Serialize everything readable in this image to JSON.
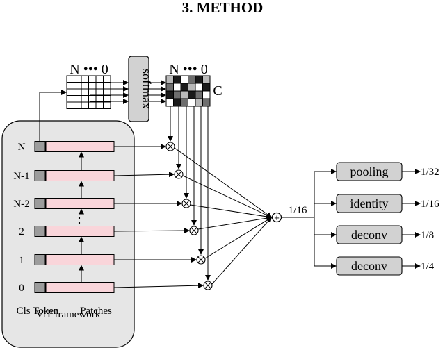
{
  "heading": "3.  METHOD",
  "framework": {
    "caption": "ViT framework",
    "cls_label": "Cls Token",
    "patches_label": "Patches",
    "layer_labels": [
      "N",
      "N-1",
      "N-2",
      "2",
      "1",
      "0"
    ],
    "ellipsis": "⋮"
  },
  "attention_matrix": {
    "index_label": "N ••• 0",
    "rows": 5,
    "cols": 6
  },
  "softmax": {
    "label": "softmax"
  },
  "weights_matrix": {
    "index_label": "N ••• 0",
    "side_label": "C",
    "cells": [
      [
        1,
        3,
        0,
        2,
        3,
        1
      ],
      [
        2,
        0,
        3,
        1,
        0,
        3
      ],
      [
        3,
        2,
        1,
        3,
        2,
        0
      ],
      [
        0,
        3,
        2,
        0,
        1,
        2
      ]
    ],
    "shades": [
      "#ffffff",
      "#b9b9b9",
      "#6e6e6e",
      "#1a1a1a"
    ]
  },
  "multiply_symbol": "⊗",
  "sum_symbol": "+",
  "sum_output_label": "1/16",
  "heads": [
    {
      "label": "pooling",
      "scale": "1/32"
    },
    {
      "label": "identity",
      "scale": "1/16"
    },
    {
      "label": "deconv",
      "scale": "1/8"
    },
    {
      "label": "deconv",
      "scale": "1/4"
    }
  ],
  "colors": {
    "framework_fill": "#e6e6e6",
    "patch_fill": "#f9d5da",
    "cls_fill": "#9c9c9c",
    "head_fill": "#d2d2d2",
    "softmax_fill": "#d2d2d2"
  }
}
